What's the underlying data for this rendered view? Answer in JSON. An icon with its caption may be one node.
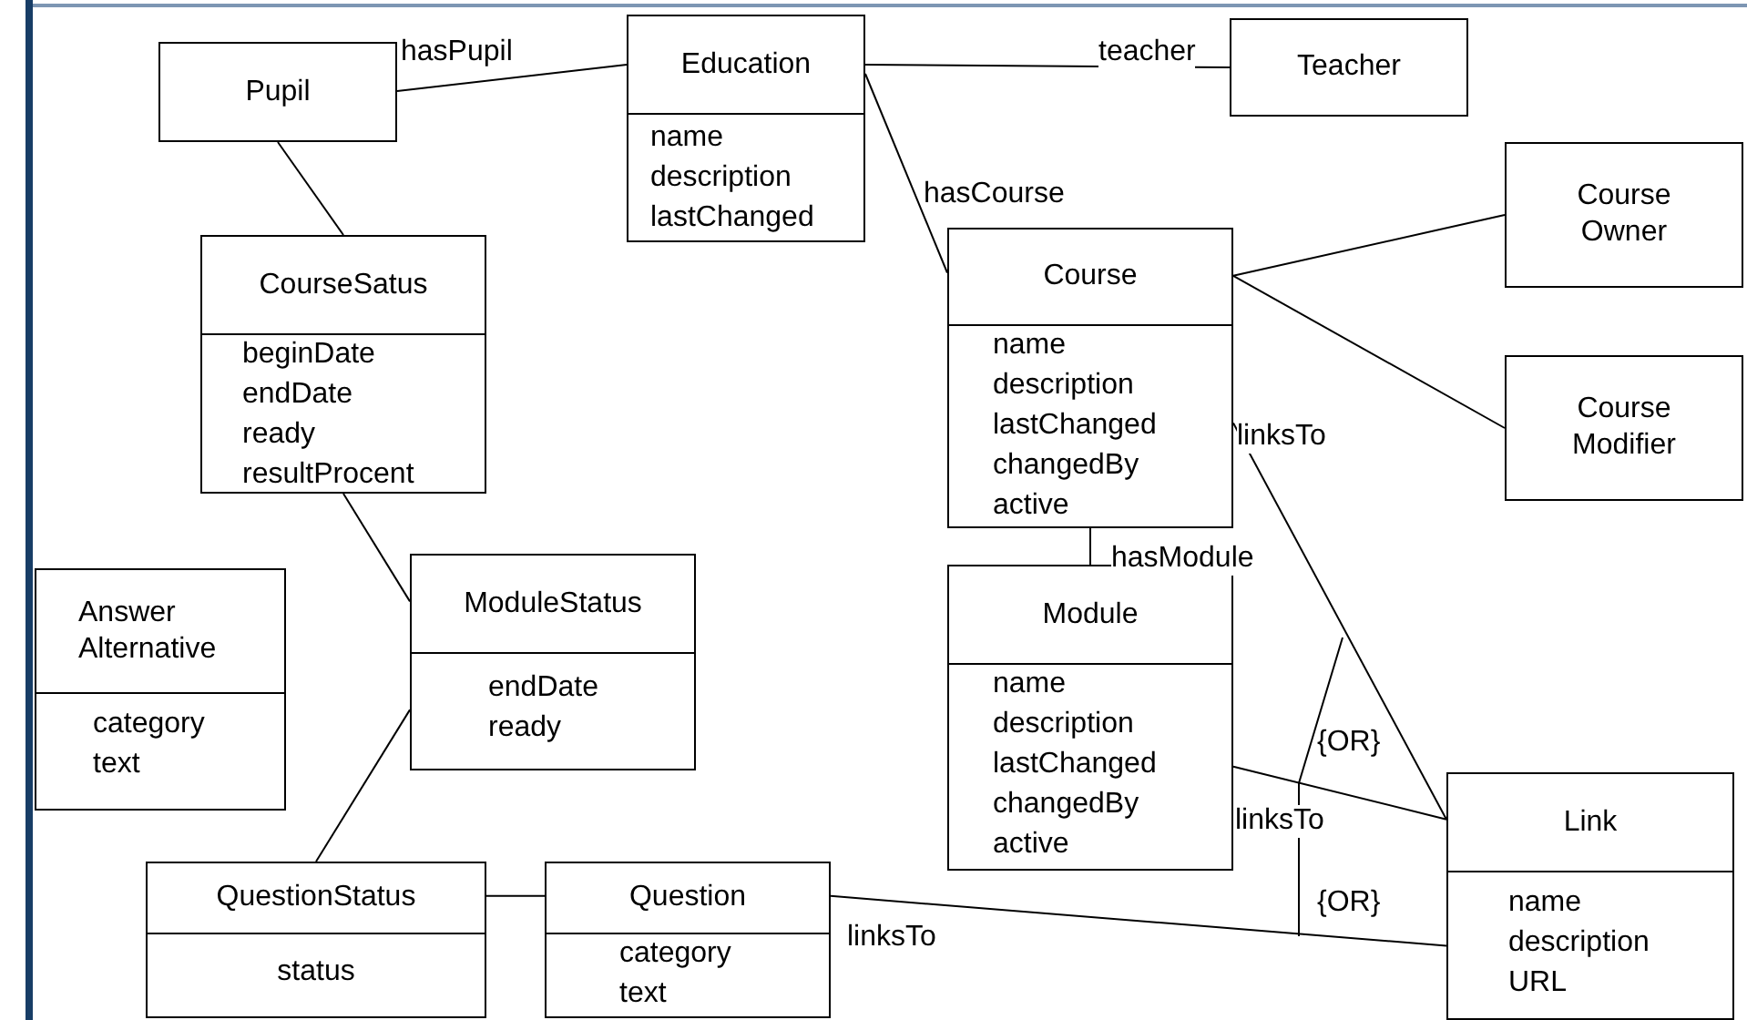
{
  "diagram": {
    "nodes": [
      {
        "text": [
          "Pupil"
        ]
      },
      {
        "text": [
          "Education",
          "name description lastChanged"
        ]
      },
      {
        "text": [
          "Teacher"
        ]
      },
      {
        "text": [
          "CourseSatus",
          "beginDate endDate ready resultProcent"
        ]
      },
      {
        "text": [
          "Course Owner"
        ]
      },
      {
        "text": [
          "Course",
          "name description lastChanged changedBy active"
        ]
      },
      {
        "text": [
          "Course Modifier"
        ]
      },
      {
        "text": [
          "Answer Alternative",
          "category text"
        ]
      },
      {
        "text": [
          "ModuleStatus",
          "endDate ready"
        ]
      },
      {
        "text": [
          "Module",
          "name description lastChanged changedBy active"
        ]
      },
      {
        "text": [
          "Link",
          "name description URL"
        ]
      },
      {
        "text": [
          "QuestionStatus",
          "status"
        ]
      },
      {
        "text": [
          "Question",
          "category text"
        ]
      }
    ],
    "edges": [
      {
        "from": 0,
        "to": 1,
        "arrow": "none",
        "label": "hasPupil"
      },
      {
        "from": 1,
        "to": 2,
        "arrow": "none",
        "label": "teacher"
      },
      {
        "from": 1,
        "to": 5,
        "arrow": "none",
        "label": "hasCourse"
      },
      {
        "from": 0,
        "to": 3,
        "arrow": "none"
      },
      {
        "from": 5,
        "to": 4,
        "arrow": "none"
      },
      {
        "from": 5,
        "to": 6,
        "arrow": "none"
      },
      {
        "from": 3,
        "to": 8,
        "arrow": "none"
      },
      {
        "from": 5,
        "to": 9,
        "arrow": "none",
        "label": "hasModule"
      },
      {
        "from": 5,
        "to": 10,
        "arrow": "none",
        "label": "linksTo"
      },
      {
        "from": 9,
        "to": 10,
        "arrow": "none",
        "label": "linksTo"
      },
      {
        "from": 8,
        "to": 11,
        "arrow": "none"
      },
      {
        "from": 11,
        "to": 12,
        "arrow": "none"
      },
      {
        "from": 12,
        "to": 10,
        "arrow": "none",
        "label": "linksTo"
      }
    ],
    "labels": [
      "{OR}",
      "{OR}"
    ]
  }
}
